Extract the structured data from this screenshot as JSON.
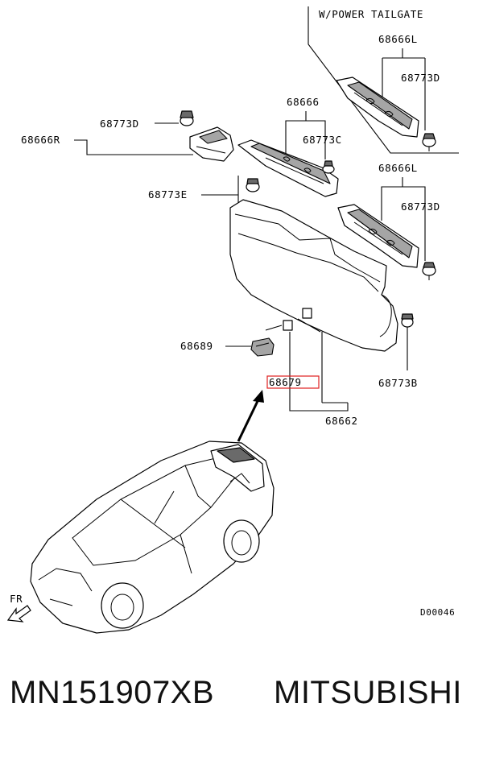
{
  "diagram": {
    "variant_note": "W/POWER TAILGATE",
    "labels": {
      "p68666L_top": "68666L",
      "p68773D_top": "68773D",
      "p68666": "68666",
      "p68773C": "68773C",
      "p68773D_left": "68773D",
      "p68666R": "68666R",
      "p68666L_mid": "68666L",
      "p68773D_mid": "68773D",
      "p68773E": "68773E",
      "p68689": "68689",
      "p68679": "68679",
      "p68773B": "68773B",
      "p68662": "68662",
      "front": "FR",
      "diagram_code": "D00046"
    },
    "highlight_color": "#e02020"
  },
  "footer": {
    "part_number": "MN151907XB",
    "brand": "MITSUBISHI"
  }
}
